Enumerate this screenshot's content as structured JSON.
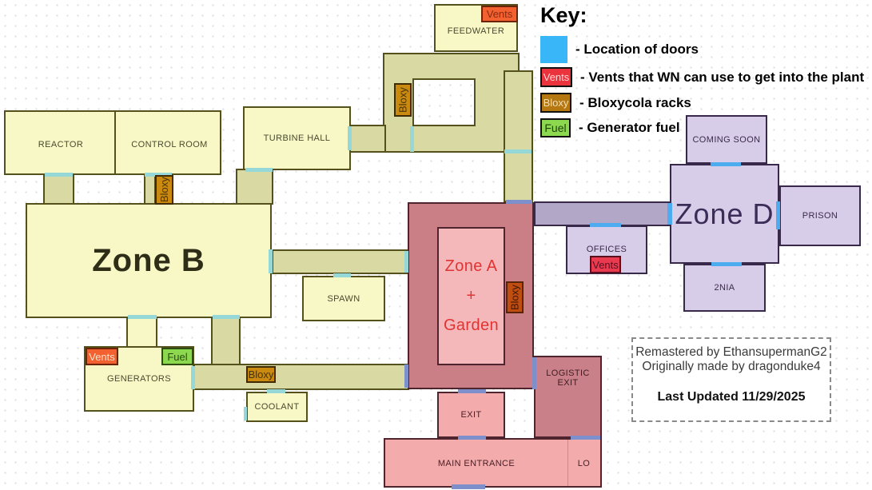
{
  "key": {
    "title": "Key:",
    "items": [
      {
        "swatch": "door",
        "swatch_label": "",
        "label": "- Location of doors"
      },
      {
        "swatch": "vents",
        "swatch_label": "Vents",
        "label": "- Vents that WN can use to get into the plant"
      },
      {
        "swatch": "bloxy",
        "swatch_label": "Bloxy",
        "label": "- Bloxycola racks"
      },
      {
        "swatch": "fuel",
        "swatch_label": "Fuel",
        "label": "- Generator fuel"
      }
    ]
  },
  "rooms": {
    "reactor": "REACTOR",
    "control_room": "CONTROL ROOM",
    "turbine_hall": "TURBINE HALL",
    "feedwater": "FEEDWATER",
    "zone_b": "Zone B",
    "spawn": "SPAWN",
    "generators": "GENERATORS",
    "coolant": "COOLANT",
    "zone_a": {
      "line1": "Zone A",
      "line2": "+",
      "line3": "Garden"
    },
    "exit": "EXIT",
    "main_entrance": "MAIN ENTRANCE",
    "lo": "LO",
    "logistic_exit": "LOGISTIC EXIT",
    "offices": "OFFICES",
    "coming_soon": "COMING SOON",
    "zone_d": "Zone D",
    "prison": "PRISON",
    "two_nia": "2NIA"
  },
  "markers": {
    "vents": "Vents",
    "bloxy": "Bloxy",
    "fuel": "Fuel"
  },
  "credits": {
    "line1": "Remastered by EthansupermanG2",
    "line2": "Originally made by dragonduke4",
    "line3": "Last Updated 11/29/2025"
  },
  "colors": {
    "door_key_blue": "#38b6f8",
    "door_cyan": "#96d8d8",
    "door_slate_blue": "#7e90cb",
    "door_bright_blue": "#4dabf0",
    "vents_red": "#ea333c",
    "vents_orange": "#f2612f",
    "bloxy_brown": "#ca8a10",
    "fuel_green": "#8cd94f",
    "room_yellow": "#f8f8c6",
    "corridor_khaki": "#d9d9a4",
    "zone_a_outer": "#ca7f87",
    "zone_a_inner": "#f5b8ba",
    "zone_d_purple": "#d8cde9",
    "corridor_purple": "#b2a7c6",
    "zone_a_text": "#e23333"
  }
}
